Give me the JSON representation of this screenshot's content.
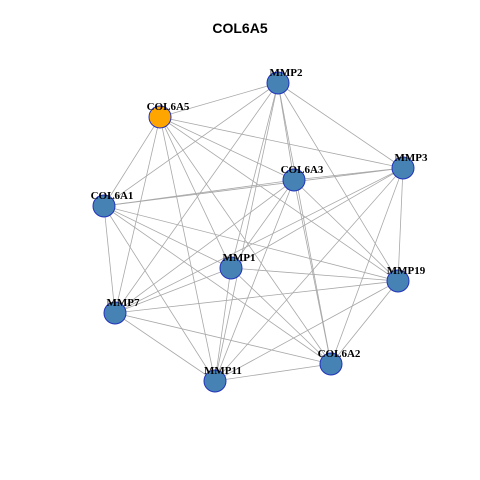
{
  "title": "COL6A5",
  "colors": {
    "node_default": "#4682B4",
    "node_highlight": "#FFA500",
    "node_border": "#2233BB",
    "edge": "#A8A8A8"
  },
  "nodes": [
    {
      "id": "MMP2",
      "label": "MMP2",
      "highlight": false
    },
    {
      "id": "COL6A5",
      "label": "COL6A5",
      "highlight": true
    },
    {
      "id": "MMP3",
      "label": "MMP3",
      "highlight": false
    },
    {
      "id": "COL6A3",
      "label": "COL6A3",
      "highlight": false
    },
    {
      "id": "COL6A1",
      "label": "COL6A1",
      "highlight": false
    },
    {
      "id": "MMP1",
      "label": "MMP1",
      "highlight": false
    },
    {
      "id": "MMP19",
      "label": "MMP19",
      "highlight": false
    },
    {
      "id": "MMP7",
      "label": "MMP7",
      "highlight": false
    },
    {
      "id": "COL6A2",
      "label": "COL6A2",
      "highlight": false
    },
    {
      "id": "MMP11",
      "label": "MMP11",
      "highlight": false
    }
  ],
  "edges": [
    [
      "MMP2",
      "COL6A5"
    ],
    [
      "MMP2",
      "MMP3"
    ],
    [
      "MMP2",
      "COL6A3"
    ],
    [
      "MMP2",
      "COL6A1"
    ],
    [
      "MMP2",
      "MMP1"
    ],
    [
      "MMP2",
      "MMP19"
    ],
    [
      "MMP2",
      "MMP7"
    ],
    [
      "MMP2",
      "COL6A2"
    ],
    [
      "MMP2",
      "MMP11"
    ],
    [
      "COL6A5",
      "MMP3"
    ],
    [
      "COL6A5",
      "COL6A3"
    ],
    [
      "COL6A5",
      "COL6A1"
    ],
    [
      "COL6A5",
      "MMP1"
    ],
    [
      "COL6A5",
      "MMP19"
    ],
    [
      "COL6A5",
      "MMP7"
    ],
    [
      "COL6A5",
      "COL6A2"
    ],
    [
      "COL6A5",
      "MMP11"
    ],
    [
      "MMP3",
      "COL6A3"
    ],
    [
      "MMP3",
      "COL6A1"
    ],
    [
      "MMP3",
      "MMP1"
    ],
    [
      "MMP3",
      "MMP19"
    ],
    [
      "MMP3",
      "MMP7"
    ],
    [
      "MMP3",
      "COL6A2"
    ],
    [
      "MMP3",
      "MMP11"
    ],
    [
      "COL6A3",
      "COL6A1"
    ],
    [
      "COL6A3",
      "MMP1"
    ],
    [
      "COL6A3",
      "MMP19"
    ],
    [
      "COL6A3",
      "MMP7"
    ],
    [
      "COL6A3",
      "COL6A2"
    ],
    [
      "COL6A3",
      "MMP11"
    ],
    [
      "COL6A1",
      "MMP1"
    ],
    [
      "COL6A1",
      "MMP19"
    ],
    [
      "COL6A1",
      "MMP7"
    ],
    [
      "COL6A1",
      "COL6A2"
    ],
    [
      "COL6A1",
      "MMP11"
    ],
    [
      "MMP1",
      "MMP19"
    ],
    [
      "MMP1",
      "MMP7"
    ],
    [
      "MMP1",
      "COL6A2"
    ],
    [
      "MMP1",
      "MMP11"
    ],
    [
      "MMP19",
      "MMP7"
    ],
    [
      "MMP19",
      "COL6A2"
    ],
    [
      "MMP19",
      "MMP11"
    ],
    [
      "MMP7",
      "COL6A2"
    ],
    [
      "MMP7",
      "MMP11"
    ],
    [
      "COL6A2",
      "MMP11"
    ]
  ]
}
